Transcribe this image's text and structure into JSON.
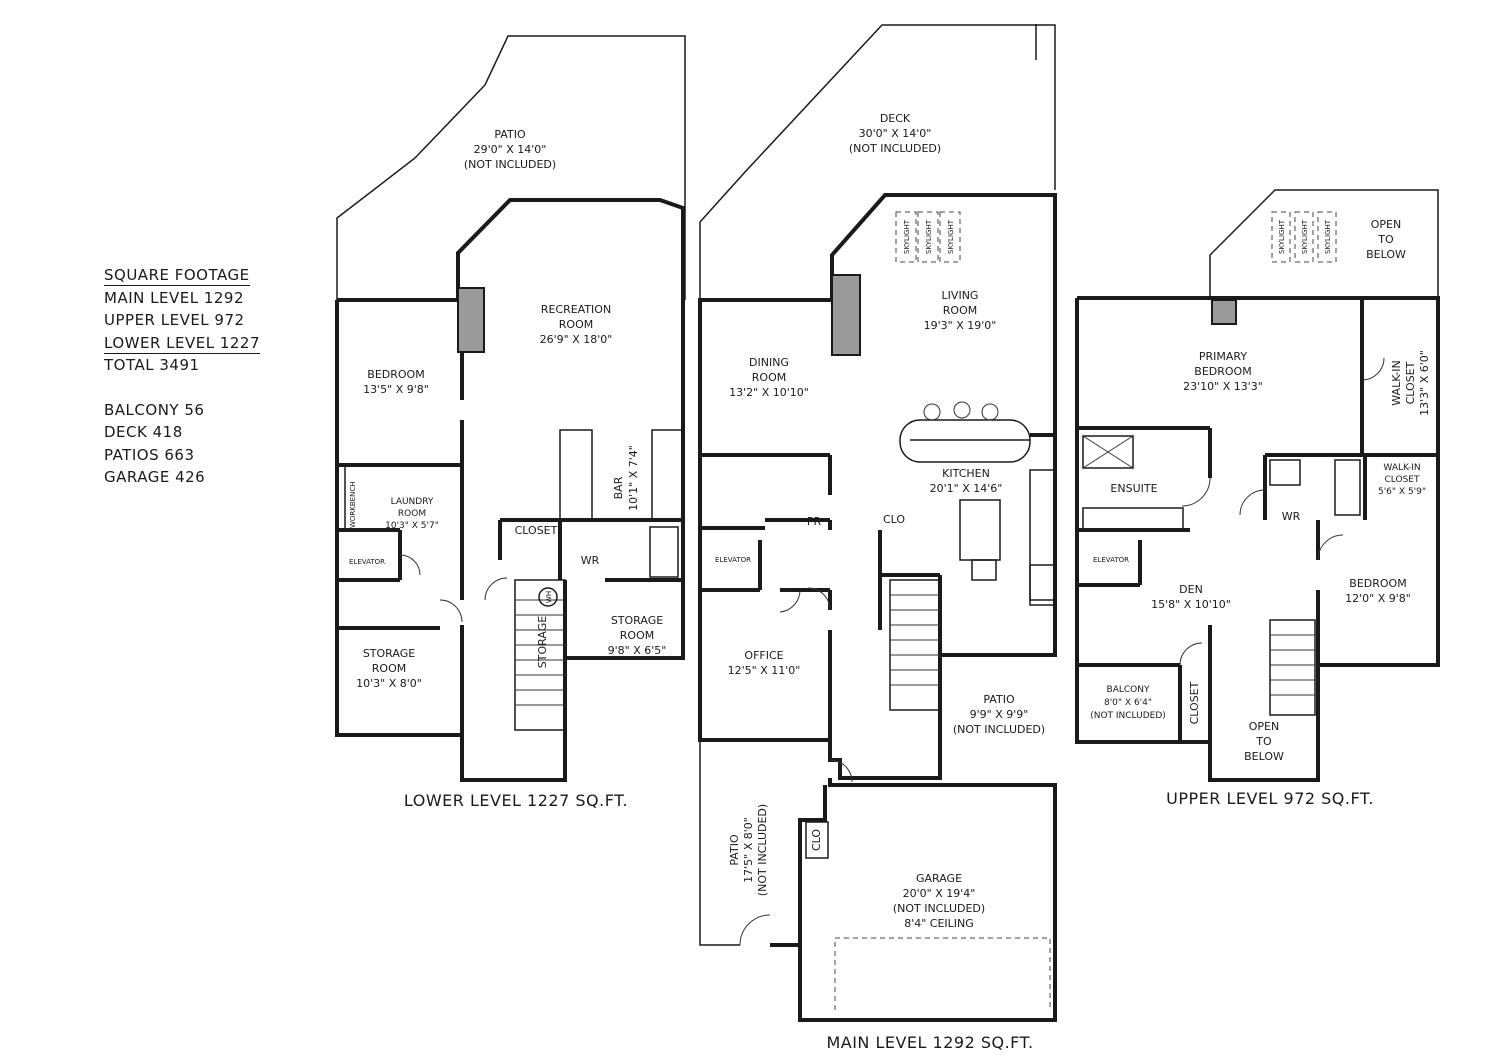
{
  "summary": {
    "heading": "SQUARE FOOTAGE",
    "main": "MAIN LEVEL 1292",
    "upper": "UPPER LEVEL 972",
    "lower": "LOWER LEVEL 1227",
    "total": "TOTAL 3491",
    "balcony": "BALCONY 56",
    "deck": "DECK 418",
    "patios": "PATIOS 663",
    "garage": "GARAGE 426"
  },
  "lower": {
    "title": "LOWER LEVEL 1227 SQ.FT.",
    "patio": [
      "PATIO",
      "29'0\" X 14'0\"",
      "(NOT INCLUDED)"
    ],
    "recreation": [
      "RECREATION",
      "ROOM",
      "26'9\" X 18'0\""
    ],
    "bedroom": [
      "BEDROOM",
      "13'5\" X 9'8\""
    ],
    "workbench": "WORKBENCH",
    "laundry": [
      "LAUNDRY",
      "ROOM",
      "10'3\" X 5'7\""
    ],
    "elevator": "ELEVATOR",
    "bar": [
      "BAR",
      "10'1\" X 7'4\""
    ],
    "closet": "CLOSET",
    "wr": "WR",
    "wh": "WH",
    "storage_stair": "STORAGE",
    "storage_room1": [
      "STORAGE",
      "ROOM",
      "10'3\" X 8'0\""
    ],
    "storage_room2": [
      "STORAGE",
      "ROOM",
      "9'8\" X 6'5\""
    ]
  },
  "main": {
    "title": "MAIN LEVEL 1292 SQ.FT.",
    "deck": [
      "DECK",
      "30'0\" X 14'0\"",
      "(NOT INCLUDED)"
    ],
    "skylight": "SKYLIGHT",
    "living": [
      "LIVING",
      "ROOM",
      "19'3\" X 19'0\""
    ],
    "dining": [
      "DINING",
      "ROOM",
      "13'2\" X 10'10\""
    ],
    "kitchen": [
      "KITCHEN",
      "20'1\" X 14'6\""
    ],
    "pr": "PR",
    "clo1": "CLO",
    "clo2": "CLO",
    "elevator": "ELEVATOR",
    "office": [
      "OFFICE",
      "12'5\" X 11'0\""
    ],
    "patio": [
      "PATIO",
      "9'9\" X 9'9\"",
      "(NOT INCLUDED)"
    ],
    "patio_side": [
      "PATIO",
      "17'5\" X 8'0\"",
      "(NOT INCLUDED)"
    ],
    "garage": [
      "GARAGE",
      "20'0\" X 19'4\"",
      "(NOT INCLUDED)",
      "8'4\" CEILING"
    ]
  },
  "upper": {
    "title": "UPPER LEVEL 972 SQ.FT.",
    "open_top": [
      "OPEN",
      "TO",
      "BELOW"
    ],
    "skylight": "SKYLIGHT",
    "primary": [
      "PRIMARY",
      "BEDROOM",
      "23'10\" X 13'3\""
    ],
    "walkin1": [
      "WALK-IN",
      "CLOSET",
      "13'3\" X 6'0\""
    ],
    "walkin2": [
      "WALK-IN",
      "CLOSET",
      "5'6\" X 5'9\""
    ],
    "ensuite": "ENSUITE",
    "wr": "WR",
    "elevator": "ELEVATOR",
    "den": [
      "DEN",
      "15'8\" X 10'10\""
    ],
    "bedroom": [
      "BEDROOM",
      "12'0\" X 9'8\""
    ],
    "balcony": [
      "BALCONY",
      "8'0\" X 6'4\"",
      "(NOT INCLUDED)"
    ],
    "closet": "CLOSET",
    "open_bottom": [
      "OPEN",
      "TO",
      "BELOW"
    ]
  }
}
